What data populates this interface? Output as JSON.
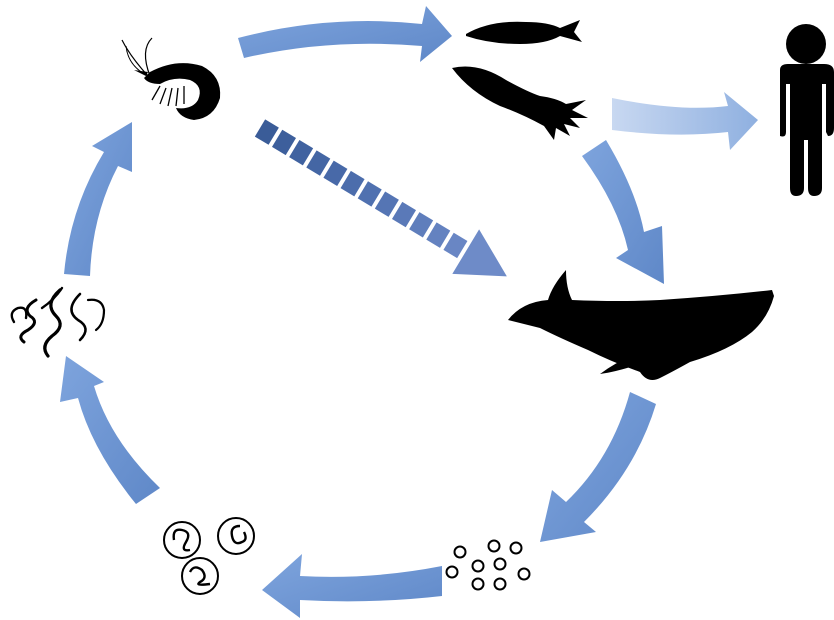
{
  "diagram": {
    "type": "life-cycle",
    "nodes": [
      {
        "id": "shrimp",
        "icon": "shrimp-icon"
      },
      {
        "id": "fish-squid",
        "icon": "fish-icon"
      },
      {
        "id": "squid",
        "icon": "squid-icon"
      },
      {
        "id": "human",
        "icon": "human-icon"
      },
      {
        "id": "whale",
        "icon": "whale-icon"
      },
      {
        "id": "eggs",
        "icon": "eggs-icon"
      },
      {
        "id": "larvae-in-eggs",
        "icon": "embryonated-eggs-icon"
      },
      {
        "id": "free-larvae",
        "icon": "larvae-icon"
      }
    ],
    "edges": [
      {
        "from": "shrimp",
        "to": "fish-squid",
        "style": "solid"
      },
      {
        "from": "fish-squid",
        "to": "human",
        "style": "faded"
      },
      {
        "from": "fish-squid",
        "to": "whale",
        "style": "solid"
      },
      {
        "from": "shrimp",
        "to": "whale",
        "style": "dashed-dark"
      },
      {
        "from": "whale",
        "to": "eggs",
        "style": "solid"
      },
      {
        "from": "eggs",
        "to": "larvae-in-eggs",
        "style": "solid"
      },
      {
        "from": "larvae-in-eggs",
        "to": "free-larvae",
        "style": "solid"
      },
      {
        "from": "free-larvae",
        "to": "shrimp",
        "style": "solid"
      }
    ]
  },
  "colors": {
    "arrow": "#6f97d4",
    "arrow_dark": "#3d5f9a",
    "arrow_faded": "#a9c0e6",
    "silhouette": "#000000",
    "background": "#ffffff"
  }
}
